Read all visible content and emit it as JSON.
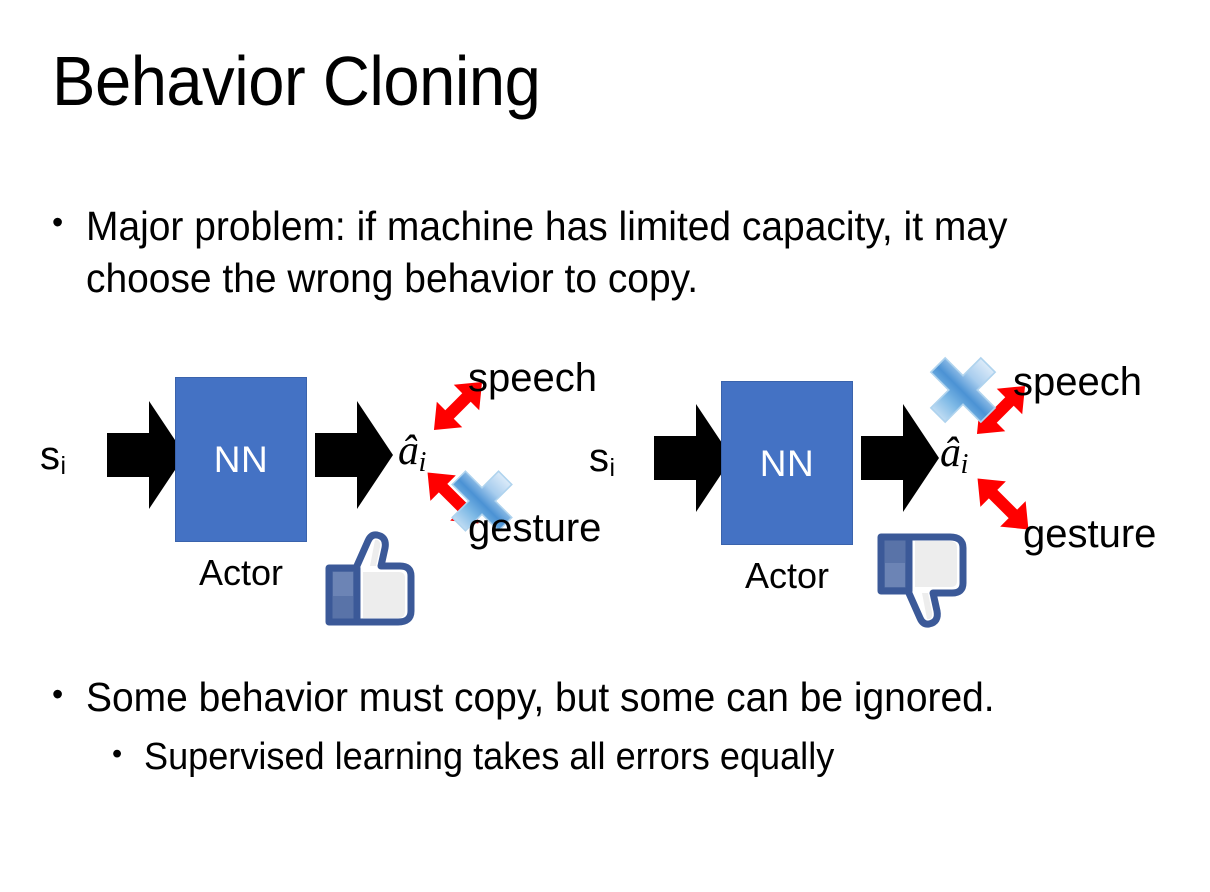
{
  "slide": {
    "title": "Behavior Cloning",
    "background_color": "#FFFFFF"
  },
  "bullets": {
    "top": {
      "marker": "•",
      "text": "Major problem: if machine has limited capacity, it may choose the wrong behavior to copy."
    },
    "bottom_level1": {
      "marker": "•",
      "text": "Some behavior must copy, but some can be ignored."
    },
    "bottom_level2": {
      "marker": "•",
      "text": "Supervised learning takes all errors equally"
    }
  },
  "colors": {
    "nn_box_fill": "#4472C4",
    "nn_box_border": "#3A63AC",
    "arrow_black": "#000000",
    "arrow_red": "#FF0000",
    "x_marker_blue": "#4A90D9",
    "thumb_outline": "#3B5998",
    "thumb_fill": "#FFFFFF",
    "thumb_cuff": "#5973A8",
    "text_black": "#000000"
  },
  "diagrams": [
    {
      "id": "left",
      "state_label": "s",
      "state_subscript": "i",
      "nn_label": "NN",
      "actor_label": "Actor",
      "action_label": "â",
      "action_subscript": "i",
      "output_top_label": "speech",
      "output_bottom_label": "gesture",
      "crossed_out": "gesture",
      "feedback_icon": "thumbs-up-icon",
      "feedback": "positive"
    },
    {
      "id": "right",
      "state_label": "s",
      "state_subscript": "i",
      "nn_label": "NN",
      "actor_label": "Actor",
      "action_label": "â",
      "action_subscript": "i",
      "output_top_label": "speech",
      "output_bottom_label": "gesture",
      "crossed_out": "speech",
      "feedback_icon": "thumbs-down-icon",
      "feedback": "negative"
    }
  ]
}
